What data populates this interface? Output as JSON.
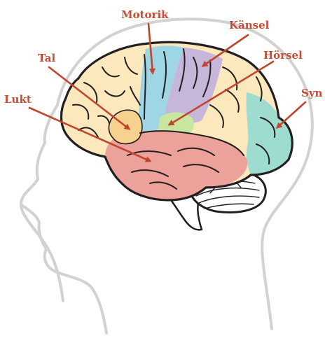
{
  "diagram": {
    "labels": {
      "motorik": "Motorik",
      "kansel": "Känsel",
      "horsel": "Hörsel",
      "tal": "Tal",
      "lukt": "Lukt",
      "syn": "Syn"
    },
    "colors": {
      "label_text": "#c84c33",
      "arrow": "#c0462f",
      "outline": "#231f20",
      "head_outline": "#d2d2d2",
      "frontal": "#fbe8bc",
      "motor": "#9fd6e6",
      "sensory": "#c5b6da",
      "auditory": "#c9e6a0",
      "speech": "#f6d28e",
      "temporal": "#eda19b",
      "visual": "#9fdcd0",
      "cerebellum": "#ffffff"
    }
  }
}
